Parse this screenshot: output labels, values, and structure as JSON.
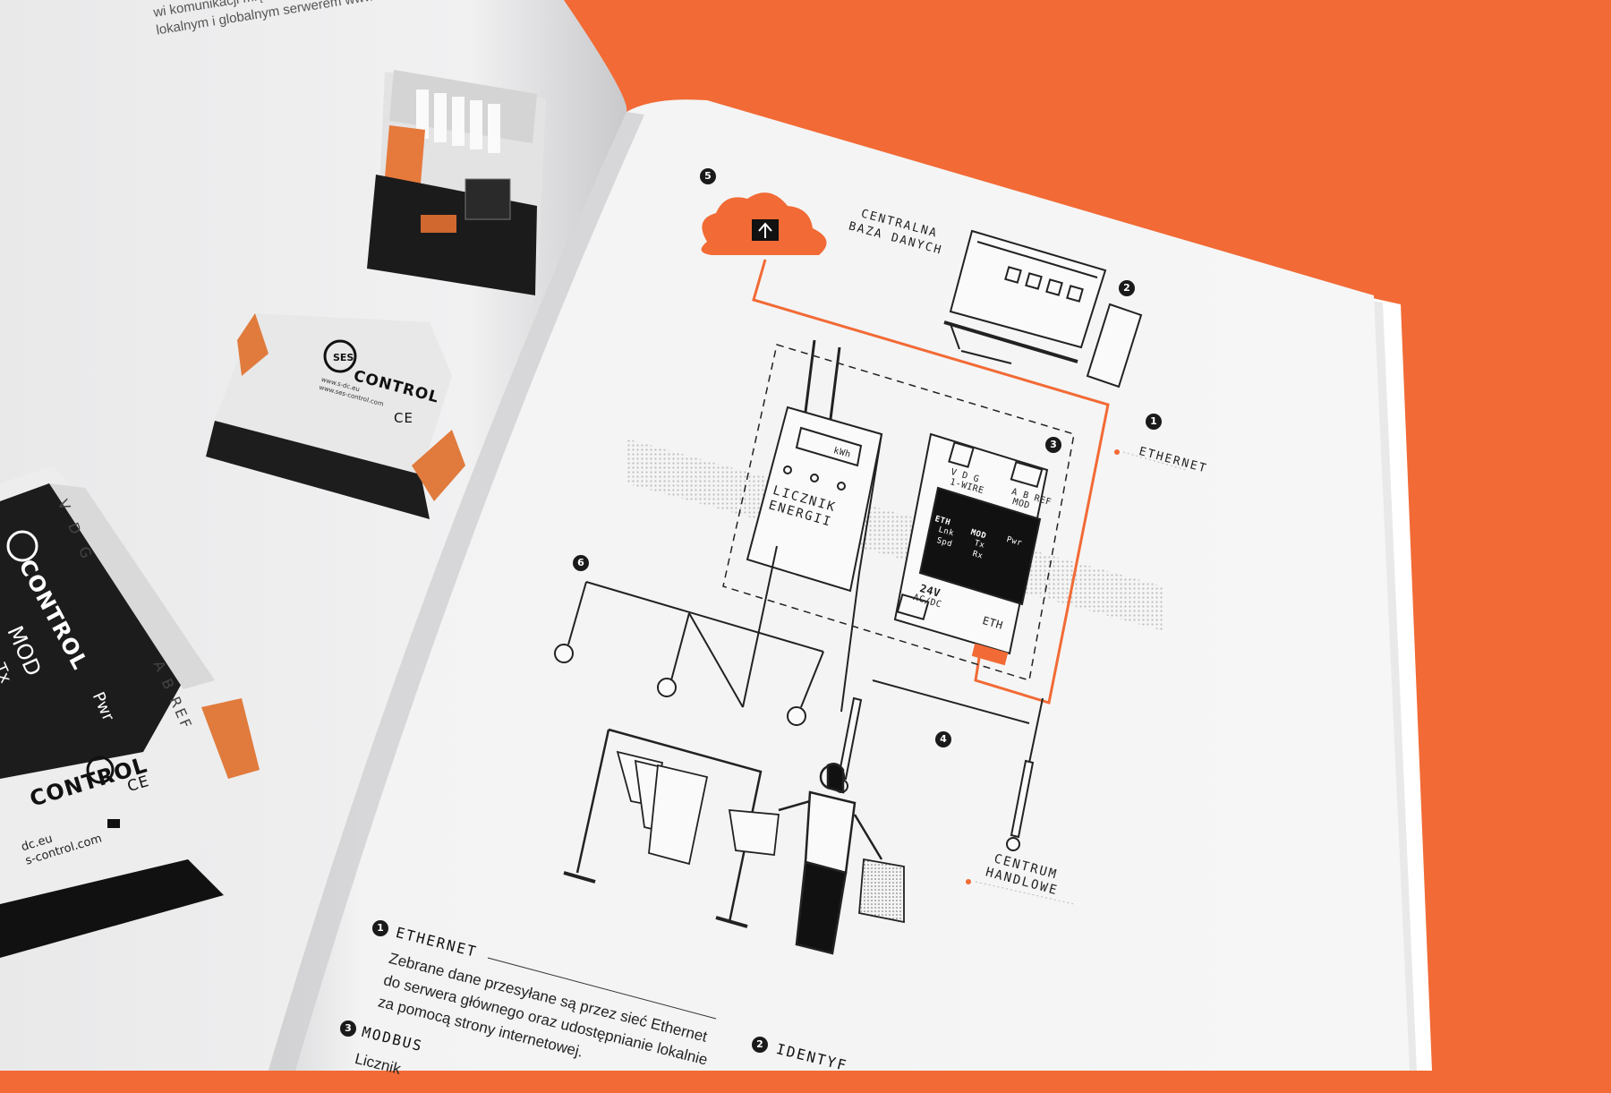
{
  "left_page": {
    "intro_line1": "wi komunikacji między",
    "intro_line2": "lokalnym i globalnym serwerem www.",
    "device_brand": "CONTROL",
    "device_url1": "www.s-dc.eu",
    "device_url2": "www.ses-control.com",
    "ce_mark": "CE",
    "device_mod": "MOD",
    "device_tx": "Tx",
    "device_pwr": "Pwr",
    "device_top_labels": "V D G",
    "device_side_labels": "A B REF",
    "bottom_url1": "dc.eu",
    "bottom_url2": "s-control.com"
  },
  "diagram": {
    "badges": [
      "1",
      "2",
      "3",
      "4",
      "5",
      "6"
    ],
    "cloud_label_line1": "CENTRALNA",
    "cloud_label_line2": "BAZA DANYCH",
    "ethernet_label": "ETHERNET",
    "meter_unit": "kWh",
    "meter_label_line1": "LICZNIK",
    "meter_label_line2": "ENERGII",
    "module_vdg": "V D G",
    "module_1wire": "1-WIRE",
    "module_abref": "A B REF",
    "module_mod": "MOD",
    "module_eth": "ETH",
    "module_lnk": "Lnk",
    "module_spd": "Spd",
    "module_mod2": "MOD",
    "module_tx": "Tx",
    "module_rx": "Rx",
    "module_pwr": "Pwr",
    "module_24v": "24V",
    "module_acdc": "AC/DC",
    "module_eth_bottom": "ETH",
    "mall_label_line1": "CENTRUM",
    "mall_label_line2": "HANDLOWE"
  },
  "legend": {
    "item1_title": "ETHERNET",
    "item1_line1": "Zebrane dane przesyłane są przez sieć Ethernet",
    "item1_line2": "do serwera głównego oraz udostępnianie lokalnie",
    "item1_line3": "za pomocą strony internetowej.",
    "item3_title": "MODBUS",
    "item3_line1": "Licznik",
    "item2_title": "IDENTYF"
  },
  "colors": {
    "background": "#f26a35",
    "accent": "#f26a35",
    "ink": "#1a1a1a",
    "paper": "#f4f4f4"
  }
}
